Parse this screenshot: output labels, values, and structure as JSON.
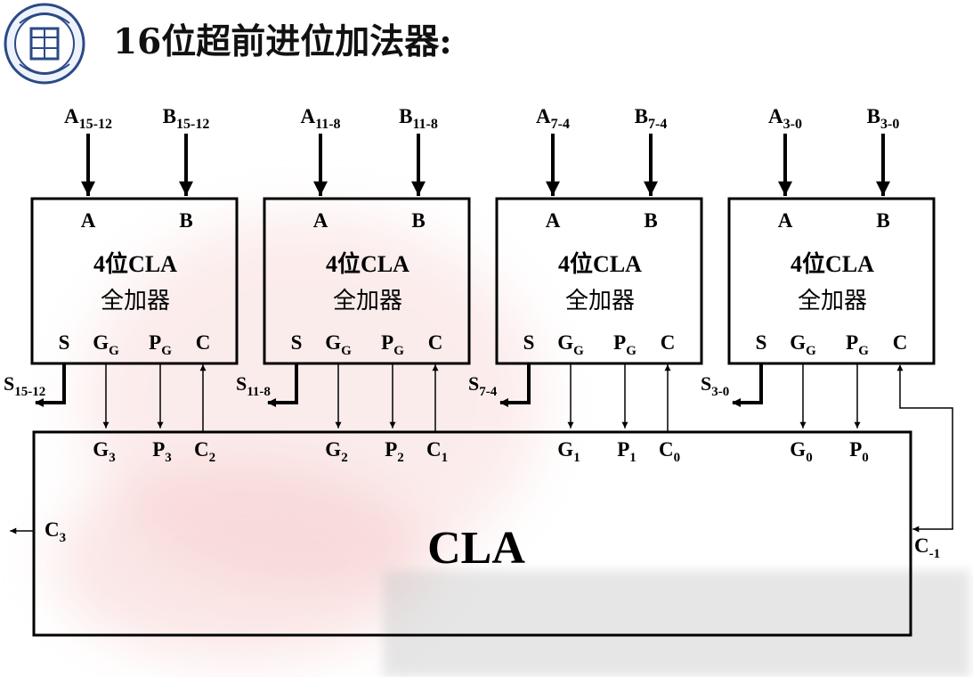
{
  "title": "16位超前进位加法器:",
  "adders": [
    {
      "input_a": {
        "main": "A",
        "sub": "15-12"
      },
      "input_b": {
        "main": "B",
        "sub": "15-12"
      },
      "port_a": "A",
      "port_b": "B",
      "line1": "4位CLA",
      "line2": "全加器",
      "port_s": "S",
      "port_g": {
        "main": "G",
        "sub": "G"
      },
      "port_p": {
        "main": "P",
        "sub": "G"
      },
      "port_c": "C",
      "sum_out": {
        "main": "S",
        "sub": "15-12"
      },
      "cla_g": {
        "main": "G",
        "sub": "3"
      },
      "cla_p": {
        "main": "P",
        "sub": "3"
      },
      "cla_c": {
        "main": "C",
        "sub": "2"
      }
    },
    {
      "input_a": {
        "main": "A",
        "sub": "11-8"
      },
      "input_b": {
        "main": "B",
        "sub": "11-8"
      },
      "port_a": "A",
      "port_b": "B",
      "line1": "4位CLA",
      "line2": "全加器",
      "port_s": "S",
      "port_g": {
        "main": "G",
        "sub": "G"
      },
      "port_p": {
        "main": "P",
        "sub": "G"
      },
      "port_c": "C",
      "sum_out": {
        "main": "S",
        "sub": "11-8"
      },
      "cla_g": {
        "main": "G",
        "sub": "2"
      },
      "cla_p": {
        "main": "P",
        "sub": "2"
      },
      "cla_c": {
        "main": "C",
        "sub": "1"
      }
    },
    {
      "input_a": {
        "main": "A",
        "sub": "7-4"
      },
      "input_b": {
        "main": "B",
        "sub": "7-4"
      },
      "port_a": "A",
      "port_b": "B",
      "line1": "4位CLA",
      "line2": "全加器",
      "port_s": "S",
      "port_g": {
        "main": "G",
        "sub": "G"
      },
      "port_p": {
        "main": "P",
        "sub": "G"
      },
      "port_c": "C",
      "sum_out": {
        "main": "S",
        "sub": "7-4"
      },
      "cla_g": {
        "main": "G",
        "sub": "1"
      },
      "cla_p": {
        "main": "P",
        "sub": "1"
      },
      "cla_c": {
        "main": "C",
        "sub": "0"
      }
    },
    {
      "input_a": {
        "main": "A",
        "sub": "3-0"
      },
      "input_b": {
        "main": "B",
        "sub": "3-0"
      },
      "port_a": "A",
      "port_b": "B",
      "line1": "4位CLA",
      "line2": "全加器",
      "port_s": "S",
      "port_g": {
        "main": "G",
        "sub": "G"
      },
      "port_p": {
        "main": "P",
        "sub": "G"
      },
      "port_c": "C",
      "sum_out": {
        "main": "S",
        "sub": "3-0"
      },
      "cla_g": {
        "main": "G",
        "sub": "0"
      },
      "cla_p": {
        "main": "P",
        "sub": "0"
      },
      "cla_c": null
    }
  ],
  "cla": {
    "label": "CLA",
    "carry_out": {
      "main": "C",
      "sub": "3"
    },
    "carry_in": {
      "main": "C",
      "sub": "-1"
    }
  },
  "colors": {
    "ink": "#000000",
    "watermark": "#f3c7c7"
  },
  "icons": {
    "logo": "university-seal-icon"
  }
}
